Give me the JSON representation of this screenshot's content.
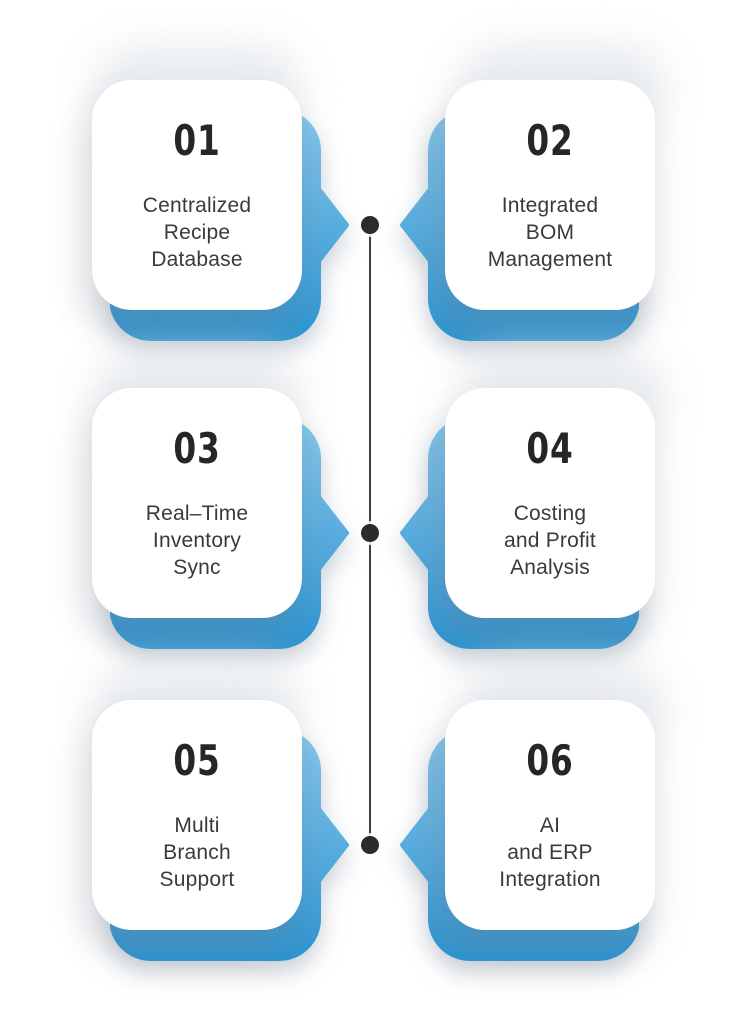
{
  "theme": {
    "page_bg": "#ffffff",
    "card_bg": "#ffffff",
    "accent_start": "#85c6eb",
    "accent_end": "#2d95d2",
    "line_color": "#3f3f3f",
    "dot_color": "#2c2c2c",
    "number_color": "#262626",
    "label_color": "#3a3a3a",
    "blob_color": "#e3e7eb"
  },
  "connector": {
    "dot_count": 3,
    "style": "vertical line with dots at each row center"
  },
  "cards": [
    {
      "number": "01",
      "label": "Centralized\nRecipe\nDatabase",
      "side": "left"
    },
    {
      "number": "02",
      "label": "Integrated\nBOM\nManagement",
      "side": "right"
    },
    {
      "number": "03",
      "label": "Real–Time\nInventory\nSync",
      "side": "left"
    },
    {
      "number": "04",
      "label": "Costing\nand Profit\nAnalysis",
      "side": "right"
    },
    {
      "number": "05",
      "label": "Multi\nBranch\nSupport",
      "side": "left"
    },
    {
      "number": "06",
      "label": "AI\nand ERP\nIntegration",
      "side": "right"
    }
  ]
}
